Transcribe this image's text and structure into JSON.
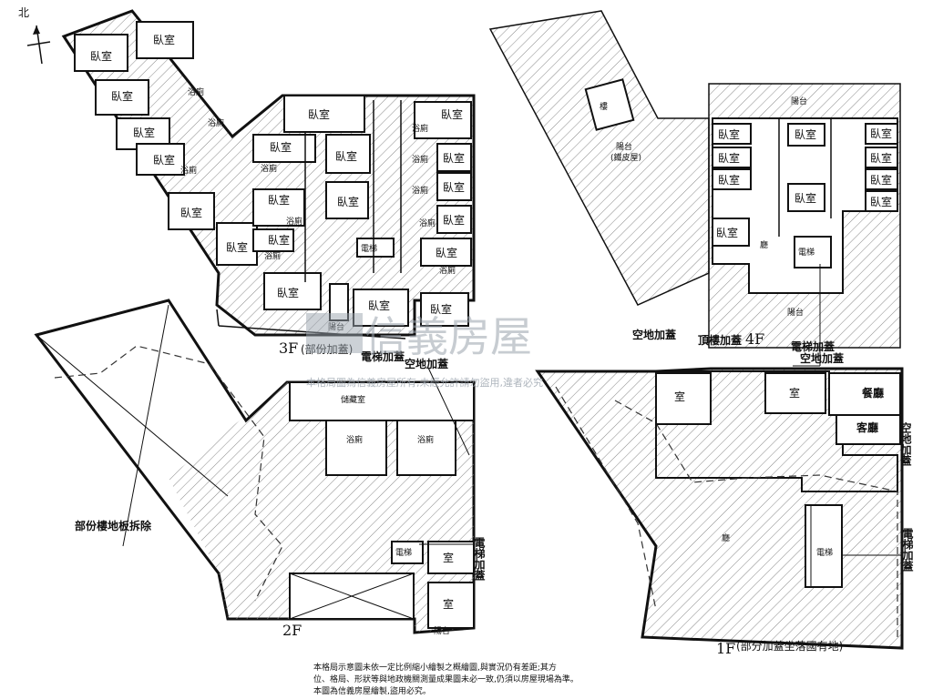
{
  "compass": {
    "label": "北"
  },
  "floors": {
    "f3": {
      "label": "3F",
      "note": "(部份加蓋)",
      "elevator_note": "電梯加蓋",
      "balcony": "陽台"
    },
    "f4": {
      "label": "4F",
      "roof_note": "頂樓加蓋",
      "balcony_top": "陽台",
      "balcony_bottom": "陽台",
      "roof_balcony": "陽台",
      "roof_balcony_note": "(鐵皮屋)",
      "stairs": "樓",
      "hall": "廳",
      "elevator": "電梯"
    },
    "f2": {
      "label": "2F",
      "demolish_note": "部份樓地板拆除",
      "open_space_note": "空地加蓋",
      "elevator_note": "電梯加蓋",
      "storage": "儲藏室",
      "room": "室",
      "elevator": "電梯",
      "balcony": "陽台"
    },
    "f1": {
      "label": "1F",
      "note": "(部分加蓋坐落國有地)",
      "open_space_left": "空地加蓋",
      "open_space_right": "空地加蓋",
      "open_space_top": "空地加蓋",
      "elevator_note": "電梯加蓋",
      "elevator_top_note": "電梯加蓋",
      "room_left": "室",
      "room_mid": "室",
      "dining": "餐廳",
      "living": "客廳",
      "hall": "廳",
      "elevator": "電梯"
    }
  },
  "room_label": "臥室",
  "bath_label": "浴廁",
  "watermark": {
    "brand": "信義房屋",
    "notice": "本格局圖為信義房屋所有,未經允許請勿盜用,違者必究"
  },
  "footnote": [
    "本格局示意圖未依一定比例縮小繪製之概繪圖,與實況仍有差距;其方",
    "位、格局、形狀等與地政機關測量成果圖未必一致,仍須以房屋現場為準。",
    "本圖為信義房屋繪製,盜用必究。"
  ]
}
